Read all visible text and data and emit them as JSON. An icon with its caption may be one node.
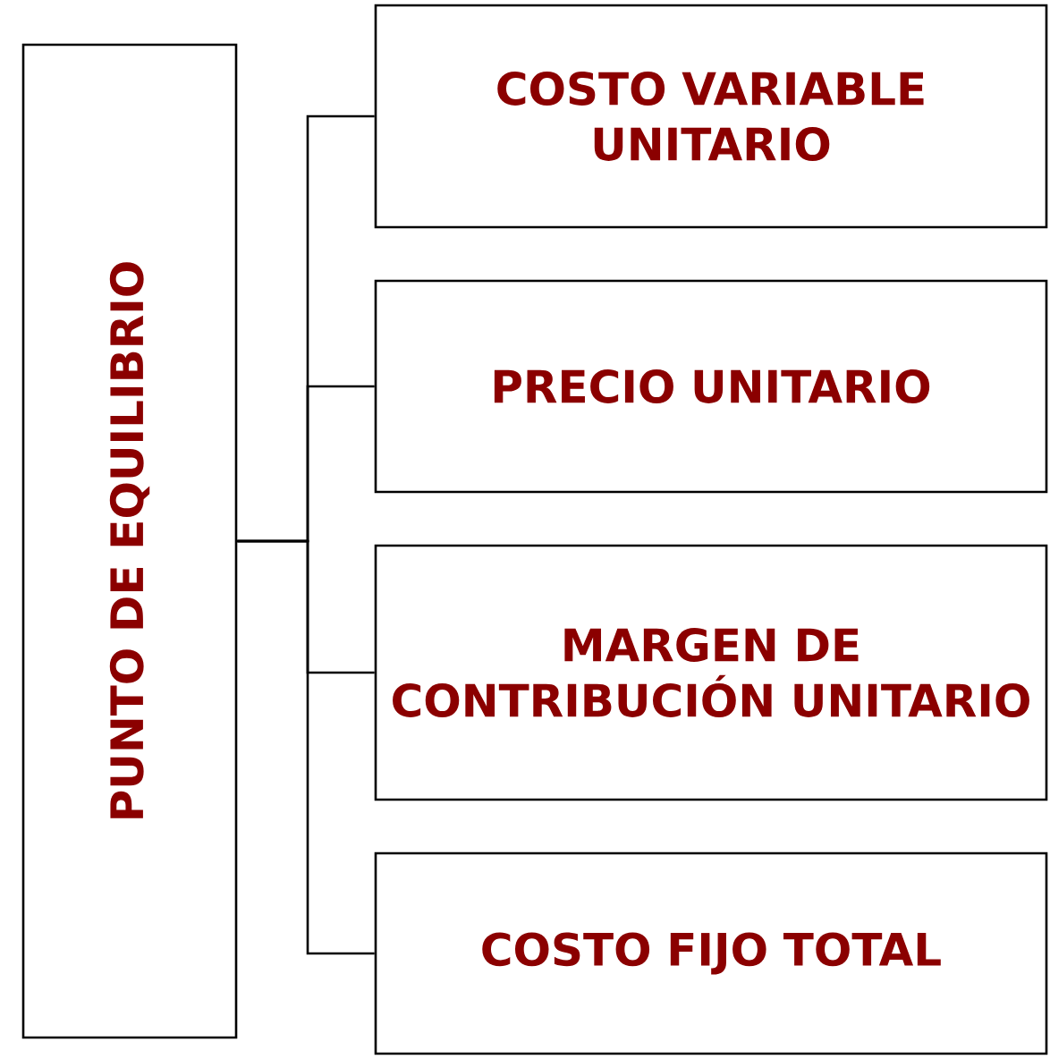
{
  "diagram": {
    "nodes": [
      {
        "text": [
          "PUNTO DE EQUILIBRIO"
        ]
      },
      {
        "text": [
          "COSTO VARIABLE UNITARIO"
        ]
      },
      {
        "text": [
          "PRECIO UNITARIO"
        ]
      },
      {
        "text": [
          "MARGEN DE CONTRIBUCIÓN UNITARIO"
        ]
      },
      {
        "text": [
          "COSTO FIJO TOTAL"
        ]
      }
    ],
    "edges": [
      {
        "from": 0,
        "to": 1,
        "arrow": "none"
      },
      {
        "from": 0,
        "to": 2,
        "arrow": "none"
      },
      {
        "from": 0,
        "to": 3,
        "arrow": "none"
      },
      {
        "from": 0,
        "to": 4,
        "arrow": "none"
      }
    ]
  }
}
